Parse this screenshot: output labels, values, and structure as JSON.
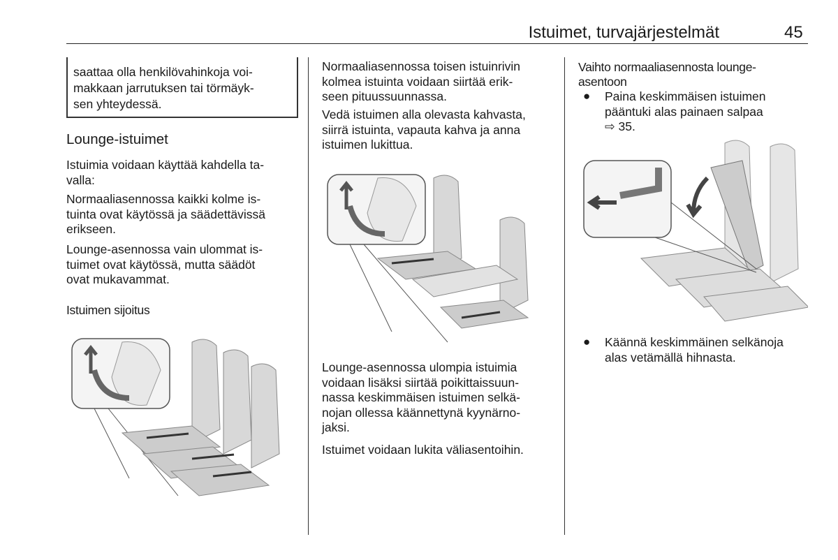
{
  "header": {
    "title": "Istuimet, turvajärjestelmät",
    "page_number": "45"
  },
  "col1": {
    "note_lines": [
      "saattaa olla henkilövahinkoja voi-",
      "makkaan jarrutuksen tai törmäyk-",
      "sen yhteydessä."
    ],
    "heading": "Lounge-istuimet",
    "p1": [
      "Istuimia voidaan käyttää kahdella ta-",
      "valla:"
    ],
    "p2": [
      "Normaaliasennossa kaikki kolme is-",
      "tuinta ovat käytössä ja säädettävissä",
      "erikseen."
    ],
    "p3": [
      "Lounge-asennossa vain ulommat is-",
      "tuimet ovat käytössä, mutta säädöt",
      "ovat mukavammat."
    ],
    "subheading": "Istuimen sijoitus"
  },
  "col2": {
    "p1": [
      "Normaaliasennossa toisen istuinrivin",
      "kolmea istuinta voidaan siirtää erik-",
      "seen pituussuunnassa."
    ],
    "p2": [
      "Vedä istuimen alla olevasta kahvasta,",
      "siirrä istuinta, vapauta kahva ja anna",
      "istuimen lukittua."
    ],
    "p3": [
      "Lounge-asennossa ulompia istuimia",
      "voidaan lisäksi siirtää poikittaissuun-",
      "nassa keskimmäisen istuimen selkä-",
      "nojan ollessa käännettynä kyynärno-",
      "jaksi."
    ],
    "p4": [
      "Istuimet voidaan lukita väliasentoihin."
    ]
  },
  "col3": {
    "subheading": [
      "Vaihto normaaliasennosta lounge-",
      "asentoon"
    ],
    "bullet1": [
      "Paina keskimmäisen istuimen",
      "pääntuki alas painaen salpaa",
      "⇨ 35."
    ],
    "bullet2": [
      "Käännä keskimmäinen selkänoja",
      "alas vetämällä hihnasta."
    ],
    "bullet_char": "●"
  }
}
